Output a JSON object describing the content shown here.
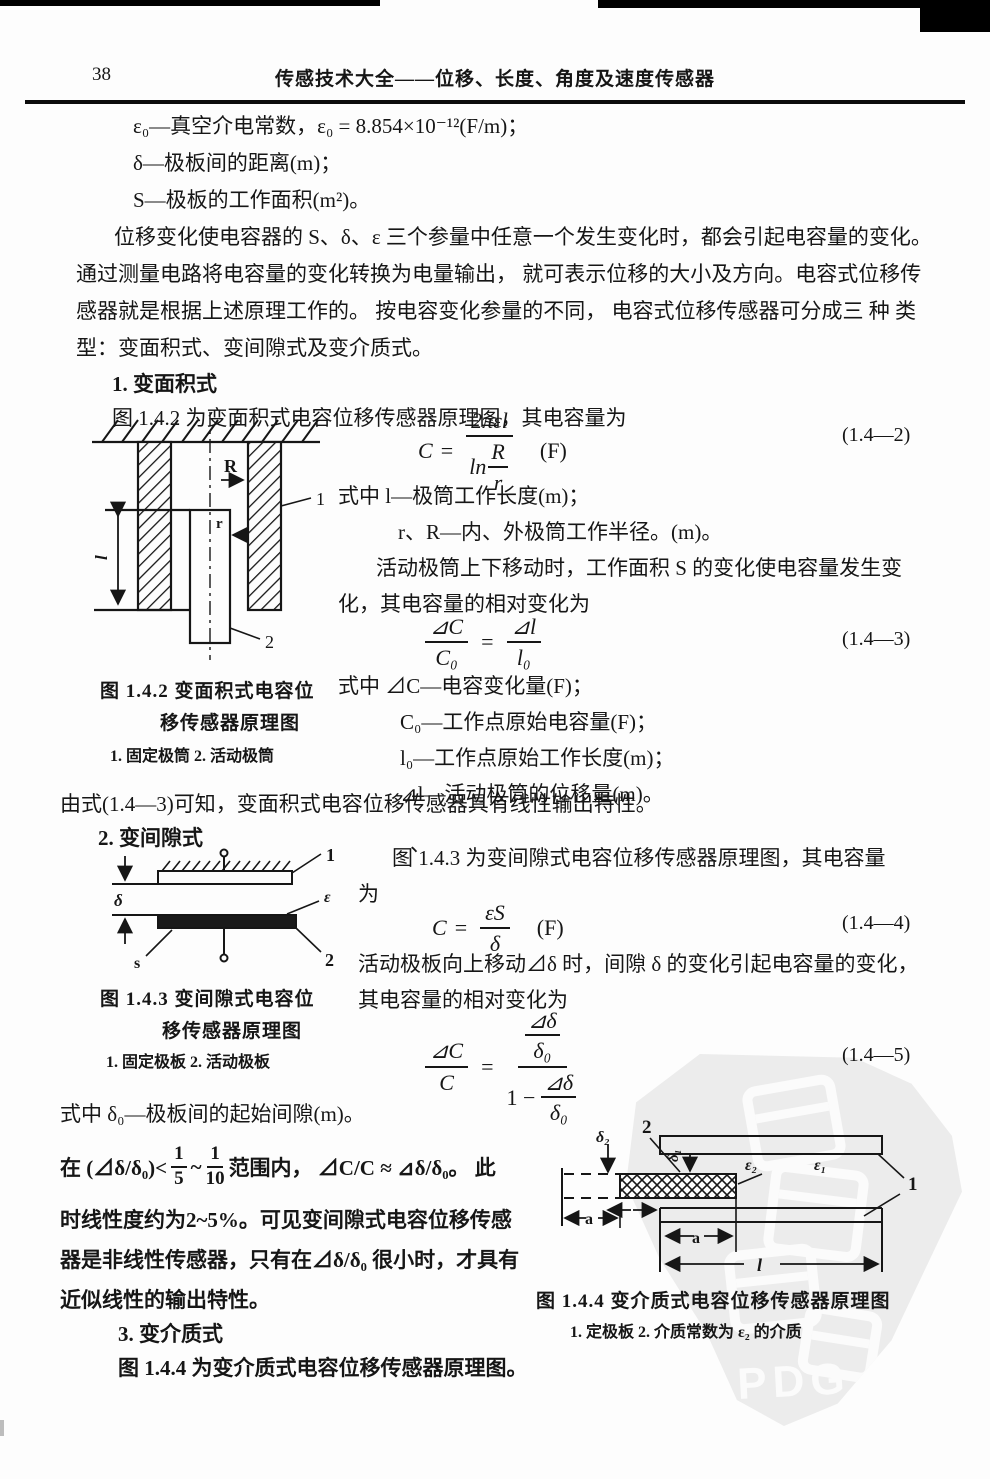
{
  "header": {
    "page_number": "38",
    "title": "传感技术大全——位移、长度、角度及速度传感器"
  },
  "top_defs": {
    "line1": "ε₀—真空介电常数，ε₀ = 8.854×10⁻¹²(F/m)；",
    "line2": "δ—极板间的距离(m)；",
    "line3": "S—极板的工作面积(m²)。"
  },
  "para1": {
    "line1": "位移变化使电容器的 S、δ、ε 三个参量中任意一个发生变化时，都会引起电容量的变化。",
    "line2": "通过测量电路将电容量的变化转换为电量输出， 就可表示位移的大小及方向。电容式位移传",
    "line3": "感器就是根据上述原理工作的。 按电容变化参量的不同， 电容式位移传感器可分成三 种 类",
    "line4": "型：变面积式、变间隙式及变介质式。"
  },
  "section1": {
    "heading": "1. 变面积式",
    "intro": "图 1.4.2 为变面积式电容位移传感器原理图，其电容量为",
    "eq2": {
      "lhs": "C",
      "rel": "=",
      "num": "2πεl",
      "ln": "ln",
      "rnum": "R",
      "rden": "r",
      "unit": "(F)",
      "tag": "(1.4—2)"
    },
    "where1": "式中  l—极筒工作长度(m)；",
    "where2": "r、R—内、外极筒工作半径。(m)。",
    "body1": "活动极筒上下移动时，工作面积 S 的变化使电容量发生变",
    "body2": "化，其电容量的相对变化为",
    "eq3": {
      "lnum": "⊿C",
      "lden": "C₀",
      "rel": "=",
      "rnum": "⊿l",
      "rden": "l₀",
      "tag": "(1.4—3)"
    },
    "where3": "式中  ⊿C—电容变化量(F)；",
    "where4": "C₀—工作点原始电容量(F)；",
    "where5": "l₀—工作点原始工作长度(m)；",
    "where6": "⊿l—活动极筒的位移量(m)。",
    "note": "由式(1.4—3)可知，变面积式电容位移传感器具有线性输出特性。"
  },
  "figure2": {
    "caption_line1": "图 1.4.2  变面积式电容位",
    "caption_line2": "移传感器原理图",
    "legend": "1. 固定极筒  2. 活动极筒",
    "labels": {
      "R": "R",
      "r": "r",
      "l": "l",
      "n1": "1",
      "n2": "2"
    }
  },
  "section2": {
    "heading": "2. 变间隙式",
    "ditto": "、",
    "intro1": "图 1.4.3 为变间隙式电容位移传感器原理图，其电容量",
    "intro2": "为",
    "eq4": {
      "lhs": "C",
      "rel": "=",
      "num": "εS",
      "den": "δ",
      "unit": "(F)",
      "tag": "(1.4—4)"
    },
    "body1": "活动极板向上移动⊿δ 时，间隙 δ 的变化引起电容量的变化，",
    "body2": "其电容量的相对变化为",
    "eq5": {
      "lnum": "⊿C",
      "lden": "C",
      "rel": "=",
      "tnum": "⊿δ",
      "tden": "δ₀",
      "bpre": "1 −",
      "bnum": "⊿δ",
      "bden": "δ₀",
      "tag": "(1.4—5)"
    },
    "where1": "式中  δ₀—极板间的起始间隙(m)。"
  },
  "figure3": {
    "caption_line1": "图 1.4.3  变间隙式电容位",
    "caption_line2": "移传感器原理图",
    "legend": "1. 固定极板  2. 活动极板",
    "labels": {
      "delta": "δ",
      "eps": "ε",
      "s": "s",
      "n1": "1",
      "n2": "2"
    }
  },
  "para2": {
    "seg1": "在 (⊿δ/δ₀)<",
    "frac1": {
      "num": "1",
      "den": "5"
    },
    "seg2": "~",
    "frac2": {
      "num": "1",
      "den": "10"
    },
    "seg3": "范围内， ⊿C/C ≈ ⊿δ/δ₀。 此",
    "line2": "时线性度约为2~5%。可见变间隙式电容位移传感",
    "line3": "器是非线性传感器，只有在⊿δ/δ₀ 很小时，才具有",
    "line4": "近似线性的输出特性。"
  },
  "section3": {
    "heading": "3. 变介质式",
    "intro": "图 1.4.4 为变介质式电容位移传感器原理图。"
  },
  "figure4": {
    "caption": "图 1.4.4  变介质式电容位移传感器原理图",
    "legend": "1. 定极板  2. 介质常数为 ε₂ 的介质",
    "labels": {
      "delta2": "δ₂",
      "delta1": "δ₁",
      "eps2": "ε₂",
      "eps1": "ε₁",
      "a_left": "a",
      "a_inner": "a",
      "l": "l",
      "n1": "1",
      "n2": "2"
    }
  },
  "watermark": {
    "text": "PDG"
  }
}
